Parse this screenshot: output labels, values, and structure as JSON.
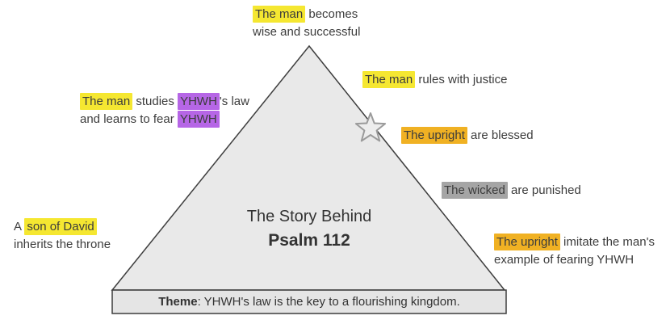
{
  "title": {
    "line1": "The Story Behind",
    "line2": "Psalm 112"
  },
  "theme": {
    "label": "Theme",
    "rest": ": YHWH's law is the key to a flourishing kingdom."
  },
  "colors": {
    "yellow": "#f5e731",
    "purple": "#b666e6",
    "gold": "#f0b123",
    "gray": "#a5a5a5",
    "triangle_fill": "#e9e9e9",
    "base_fill": "#e5e5e5",
    "outline": "#3d3d3d",
    "star_stroke": "#9a9a9a",
    "star_fill": "#ededed",
    "text": "#3c3c3c"
  },
  "icons": {
    "star": "star-icon"
  },
  "annotations": [
    {
      "id": "man-becomes-wise",
      "segments": [
        {
          "text": "The man",
          "hl": "yellow"
        },
        {
          "text": " becomes\nwise and successful",
          "hl": null
        }
      ]
    },
    {
      "id": "man-studies-law",
      "segments": [
        {
          "text": "The man",
          "hl": "yellow"
        },
        {
          "text": " studies ",
          "hl": null
        },
        {
          "text": "YHWH",
          "hl": "purple"
        },
        {
          "text": "'s law\nand learns to fear ",
          "hl": null
        },
        {
          "text": "YHWH",
          "hl": "purple"
        }
      ]
    },
    {
      "id": "man-rules-justice",
      "segments": [
        {
          "text": "The man",
          "hl": "yellow"
        },
        {
          "text": " rules with justice",
          "hl": null
        }
      ]
    },
    {
      "id": "upright-blessed",
      "segments": [
        {
          "text": "The upright",
          "hl": "gold"
        },
        {
          "text": " are blessed",
          "hl": null
        }
      ]
    },
    {
      "id": "wicked-punished",
      "segments": [
        {
          "text": "The wicked",
          "hl": "gray"
        },
        {
          "text": " are punished",
          "hl": null
        }
      ]
    },
    {
      "id": "upright-imitate",
      "segments": [
        {
          "text": "The upright",
          "hl": "gold"
        },
        {
          "text": " imitate the man's\nexample of fearing YHWH",
          "hl": null
        }
      ]
    },
    {
      "id": "son-of-david",
      "segments": [
        {
          "text": "A ",
          "hl": null
        },
        {
          "text": "son of David",
          "hl": "yellow"
        },
        {
          "text": "\ninherits the throne",
          "hl": null
        }
      ]
    }
  ]
}
